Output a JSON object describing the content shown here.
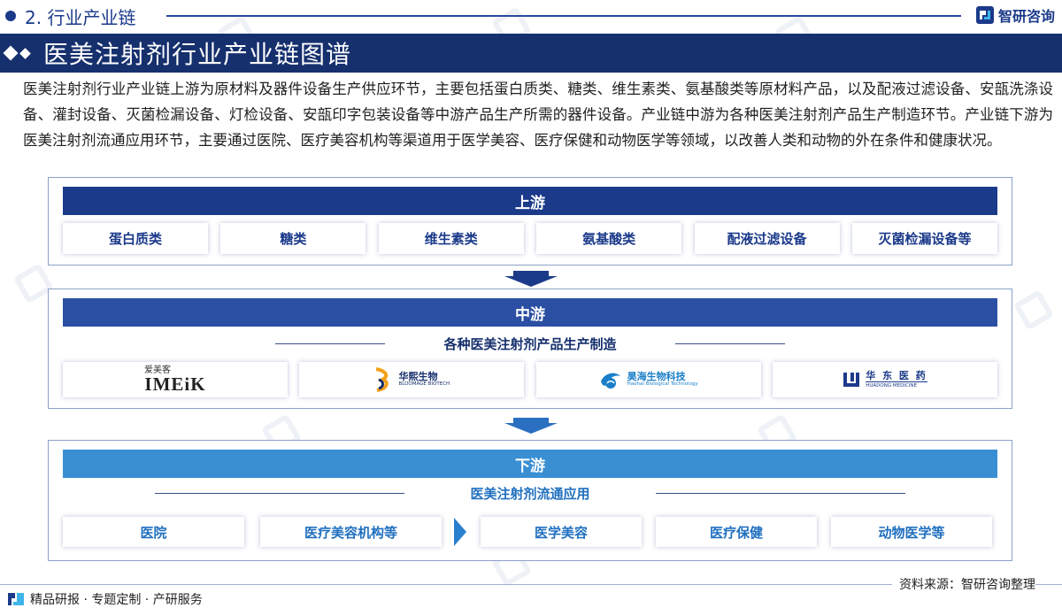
{
  "header": {
    "section_label": "2. 行业产业链",
    "brand_name": "智研咨询"
  },
  "title": "医美注射剂行业产业链图谱",
  "description": "医美注射剂行业产业链上游为原材料及器件设备生产供应环节，主要包括蛋白质类、糖类、维生素类、氨基酸类等原材料产品，以及配液过滤设备、安瓿洗涤设备、灌封设备、灭菌检漏设备、灯检设备、安瓿印字包装设备等中游产品生产所需的器件设备。产业链中游为各种医美注射剂产品生产制造环节。产业链下游为医美注射剂流通应用环节，主要通过医院、医疗美容机构等渠道用于医学美容、医疗保健和动物医学等领域，以改善人类和动物的外在条件和健康状况。",
  "upstream": {
    "label": "上游",
    "items": [
      "蛋白质类",
      "糖类",
      "维生素类",
      "氨基酸类",
      "配液过滤设备",
      "灭菌检漏设备等"
    ]
  },
  "midstream": {
    "label": "中游",
    "sublabel": "各种医美注射剂产品生产制造",
    "companies": [
      {
        "cn": "爱美客",
        "en": "IMEiK"
      },
      {
        "cn": "华熙生物",
        "en": "BLOOMAGE BIOTECH"
      },
      {
        "cn": "昊海生物科技",
        "en": "Haohai Biological Technology"
      },
      {
        "cn": "华 东 医 药",
        "en": "HUADONG MEDICINE"
      }
    ]
  },
  "downstream": {
    "label": "下游",
    "sublabel": "医美注射剂流通应用",
    "channels": [
      "医院",
      "医疗美容机构等"
    ],
    "applications": [
      "医学美容",
      "医疗保健",
      "动物医学等"
    ]
  },
  "footer": {
    "left_text": "精品研报 · 专题定制 · 产研服务",
    "source": "资料来源：智研咨询整理"
  },
  "colors": {
    "navy": "#16306e",
    "upstream": "#1b3a8a",
    "midstream": "#2a4fa3",
    "downstream": "#3a8fd3"
  }
}
